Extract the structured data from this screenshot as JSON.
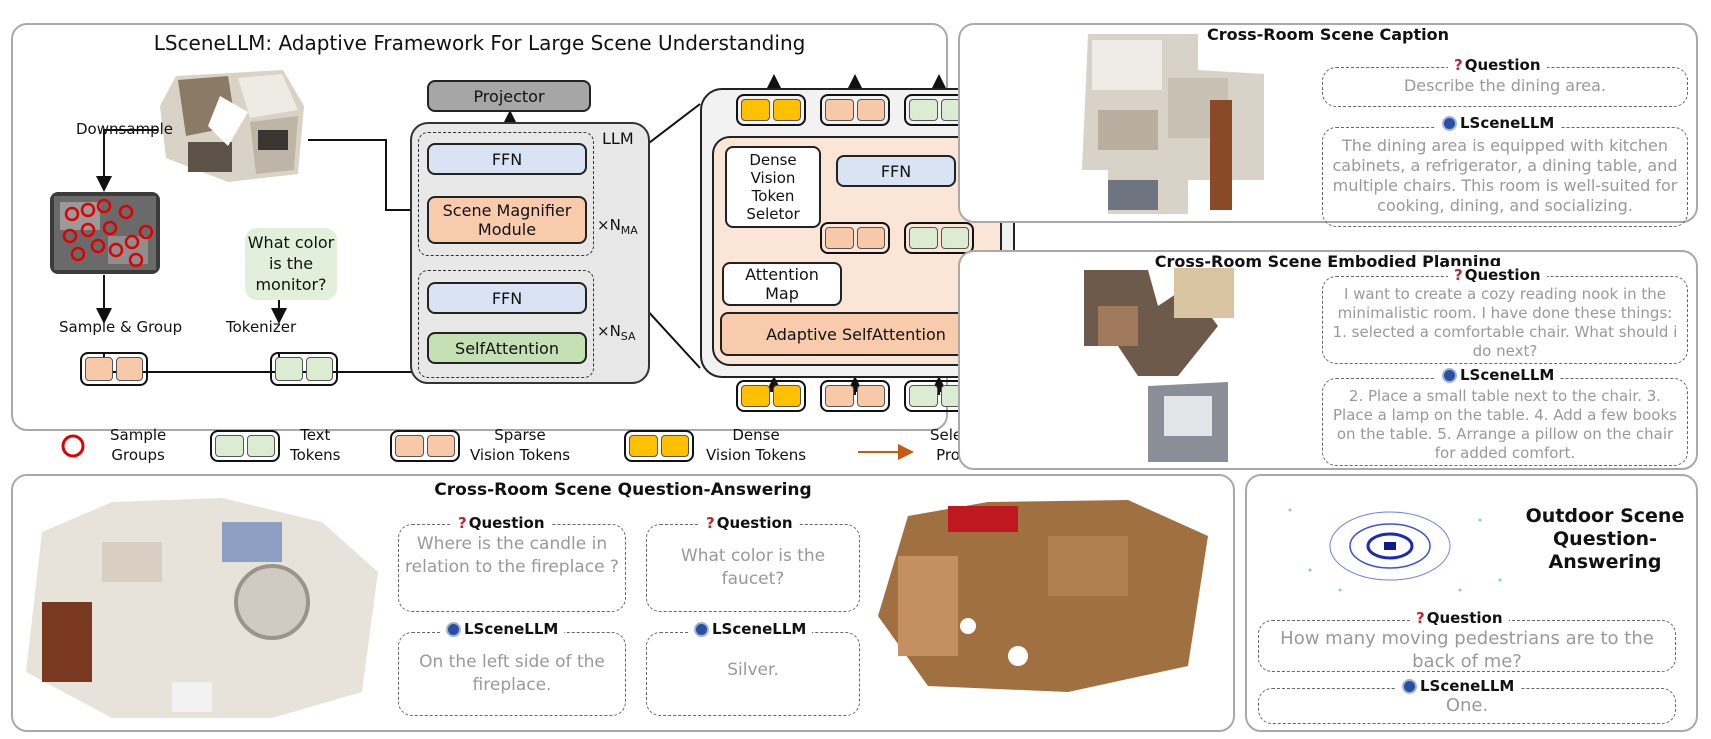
{
  "main_panel": {
    "title": "LSceneLLM: Adaptive Framework For Large Scene Understanding",
    "downsample": "Downsample",
    "sample_group": "Sample & Group",
    "tokenizer": "Tokenizer",
    "question_bubble": [
      "What color",
      "is the",
      "monitor?"
    ],
    "projector": "Projector",
    "llm_label": "LLM",
    "ffn_top": "FFN",
    "scene_magnifier": [
      "Scene Magnifier",
      "Module"
    ],
    "xn_ma": "×N",
    "xn_ma_sub": "MA",
    "ffn_bottom": "FFN",
    "self_attention": "SelfAttention",
    "xn_sa": "×N",
    "xn_sa_sub": "SA",
    "dense_selector": [
      "Dense",
      "Vision",
      "Token",
      "Seletor"
    ],
    "ffn_right": "FFN",
    "attention_map": [
      "Attention",
      "Map"
    ],
    "adaptive_self_attention": "Adaptive SelfAttention",
    "legend": {
      "sample_groups": [
        "Sample",
        "Groups"
      ],
      "text_tokens": [
        "Text",
        "Tokens"
      ],
      "sparse_tokens": [
        "Sparse",
        "Vision Tokens"
      ],
      "dense_tokens": [
        "Dense",
        "Vision Tokens"
      ],
      "selection": [
        "Selection",
        "Process"
      ]
    }
  },
  "caption_panel": {
    "title": "Cross-Room Scene Caption",
    "question_label": "Question",
    "question": "Describe the dining area.",
    "answer_label": "LSceneLLM",
    "answer": "The dining area is equipped with kitchen cabinets, a refrigerator, a dining table, and multiple chairs. This room is well-suited for cooking, dining, and socializing."
  },
  "planning_panel": {
    "title": "Cross-Room Scene Embodied Planning",
    "question_label": "Question",
    "question": "I want to create a cozy reading nook in the minimalistic room. I have done these things: 1. selected a comfortable chair. What should i do next?",
    "answer_label": "LSceneLLM",
    "answer": "2. Place a small table next to the chair. 3. Place a lamp on the table. 4. Add a few books on the table. 5. Arrange a pillow on the chair for added comfort."
  },
  "qa_panel": {
    "title": "Cross-Room Scene Question-Answering",
    "q1_label": "Question",
    "q1": "Where is the candle in relation to the fireplace ?",
    "a1_label": "LSceneLLM",
    "a1": "On the left side of the fireplace.",
    "q2_label": "Question",
    "q2": "What color is the faucet?",
    "a2_label": "LSceneLLM",
    "a2": "Silver."
  },
  "outdoor_panel": {
    "title": [
      "Outdoor Scene",
      "Question-",
      "Answering"
    ],
    "question_label": "Question",
    "question": "How many moving pedestrians are to the back of me?",
    "answer_label": "LSceneLLM",
    "answer": "One."
  },
  "colors": {
    "ffn": "#dae3f3",
    "magnifier": "#f8cbad",
    "self_attention": "#c5e0b4",
    "text_token": "#dcecd2",
    "sparse_token": "#f8c9a8",
    "dense_token": "#ffc000",
    "selection_arrow": "#c55a11",
    "sample_circle": "#e00000"
  }
}
